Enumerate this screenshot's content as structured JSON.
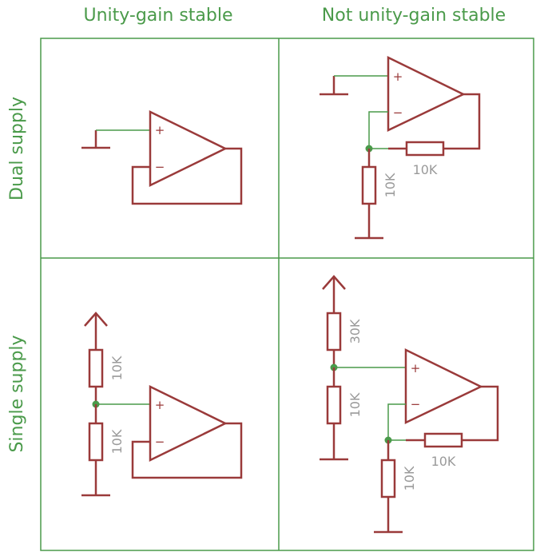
{
  "headers": {
    "col_unity": "Unity-gain stable",
    "col_not_unity": "Not unity-gain stable",
    "row_dual": "Dual supply",
    "row_single": "Single supply"
  },
  "opamp": {
    "plus": "+",
    "minus": "−"
  },
  "resistors": {
    "dual_not_unity_feedback": "10K",
    "dual_not_unity_ground": "10K",
    "single_unity_top": "10K",
    "single_unity_bottom": "10K",
    "single_not_unity_top": "30K",
    "single_not_unity_bottom": "10K",
    "single_not_unity_feedback": "10K",
    "single_not_unity_ground": "10K"
  },
  "colors": {
    "grid": "#4a9a4a",
    "component": "#9a3a3a",
    "label": "#9a9a9a"
  }
}
